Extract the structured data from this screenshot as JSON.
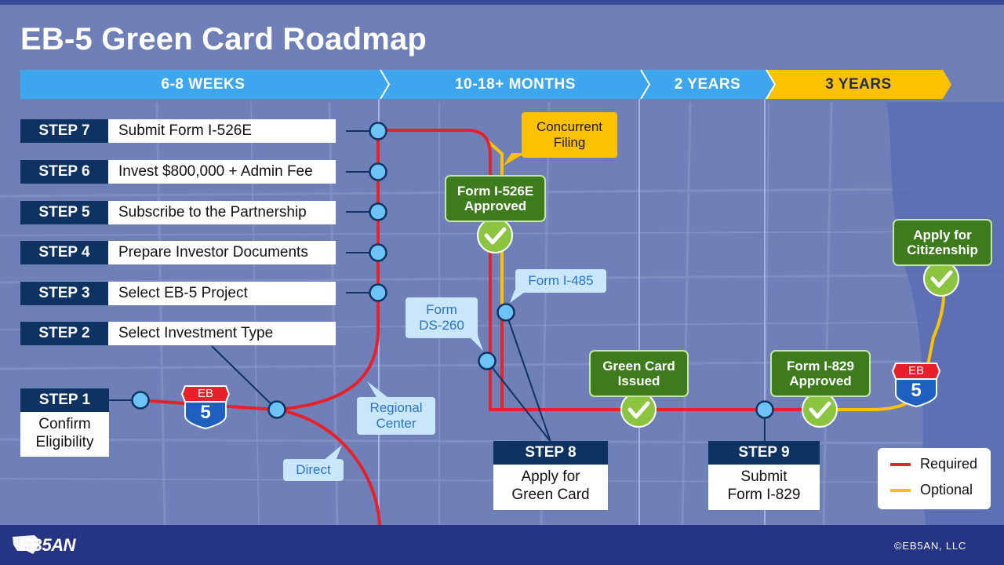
{
  "title": "EB-5 Green Card Roadmap",
  "timeline": [
    {
      "label": "6-8 WEEKS",
      "color": "#3ea6ee"
    },
    {
      "label": "10-18+ MONTHS",
      "color": "#3ea6ee"
    },
    {
      "label": "2 YEARS",
      "color": "#3ea6ee"
    },
    {
      "label": "3 YEARS",
      "color": "#fdc100"
    }
  ],
  "steps_left": [
    {
      "label": "STEP 7",
      "text": "Submit Form I-526E"
    },
    {
      "label": "STEP 6",
      "text": "Invest $800,000 + Admin Fee"
    },
    {
      "label": "STEP 5",
      "text": "Subscribe to the Partnership"
    },
    {
      "label": "STEP 4",
      "text": "Prepare Investor Documents"
    },
    {
      "label": "STEP 3",
      "text": "Select EB-5 Project"
    },
    {
      "label": "STEP 2",
      "text": "Select Investment Type"
    }
  ],
  "step1": {
    "label": "STEP 1",
    "line1": "Confirm",
    "line2": "Eligibility"
  },
  "step8": {
    "label": "STEP 8",
    "line1": "Apply for",
    "line2": "Green Card"
  },
  "step9": {
    "label": "STEP 9",
    "line1": "Submit",
    "line2": "Form I-829"
  },
  "callouts": {
    "concurrent": {
      "line1": "Concurrent",
      "line2": "Filing"
    },
    "i485": "Form I-485",
    "ds260": {
      "line1": "Form",
      "line2": "DS-260"
    },
    "regional": {
      "line1": "Regional",
      "line2": "Center"
    },
    "direct": "Direct"
  },
  "milestones": {
    "i526e": {
      "line1": "Form I-526E",
      "line2": "Approved"
    },
    "green_card": {
      "line1": "Green Card",
      "line2": "Issued"
    },
    "i829": {
      "line1": "Form I-829",
      "line2": "Approved"
    },
    "citizenship": {
      "line1": "Apply for",
      "line2": "Citizenship"
    }
  },
  "shields": [
    {
      "top": "EB",
      "num": "5"
    },
    {
      "top": "EB",
      "num": "5"
    }
  ],
  "legend": {
    "required": "Required",
    "optional": "Optional"
  },
  "colors": {
    "required": "#e8202a",
    "optional": "#fdc100",
    "node": "#6cc3f5",
    "check": "#8bc53f"
  },
  "footer": {
    "logo": "EB5AN",
    "copyright": "©EB5AN, LLC"
  }
}
